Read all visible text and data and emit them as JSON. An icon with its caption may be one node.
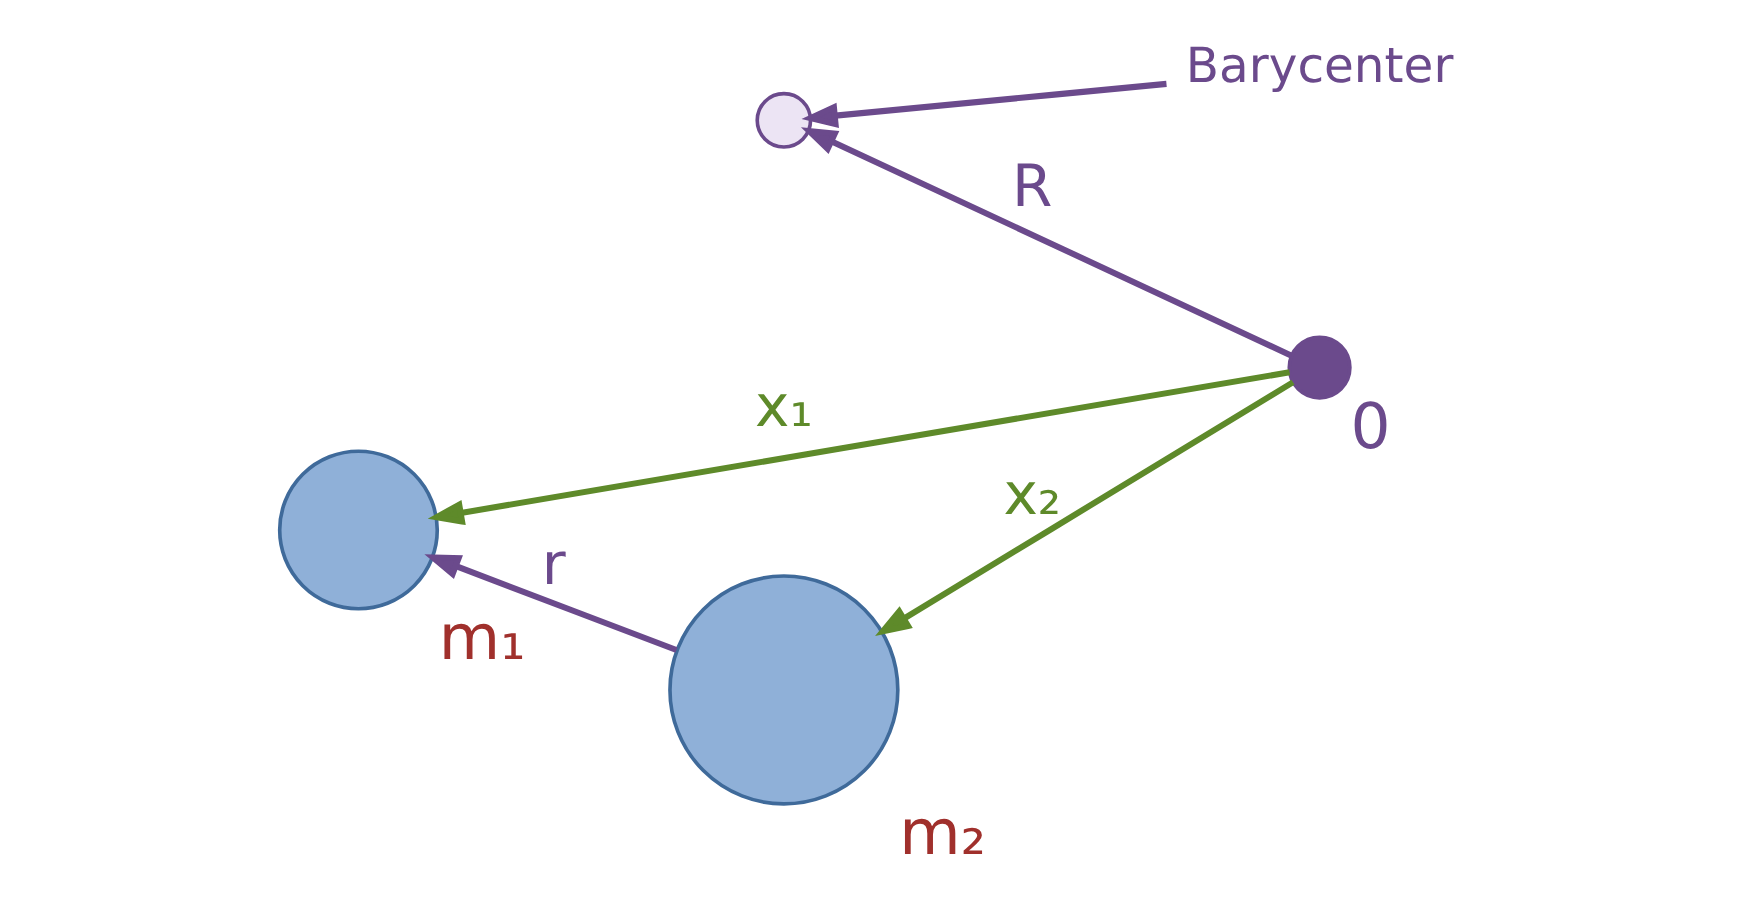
{
  "diagram": {
    "nodes": [
      {
        "text": [
          "Barycenter"
        ]
      },
      {
        "text": [],
        "shape": "circle",
        "beside": [
          "m₁"
        ]
      },
      {
        "text": [],
        "shape": "circle",
        "beside": [
          "m₂"
        ]
      },
      {
        "text": [],
        "shape": "circle"
      },
      {
        "text": [],
        "shape": "circle",
        "beside": [
          "0"
        ]
      }
    ],
    "edges": [
      {
        "from": 0,
        "to": 3,
        "arrow": "to",
        "color": "#6b4a8c"
      },
      {
        "from": 2,
        "to": 1,
        "arrow": "to",
        "label": "r",
        "color": "#6b4a8c"
      },
      {
        "from": 4,
        "to": 1,
        "arrow": "to",
        "label": "x₁",
        "color": "#5e8a2a"
      },
      {
        "from": 4,
        "to": 2,
        "arrow": "to",
        "label": "x₂",
        "color": "#5e8a2a"
      },
      {
        "from": 4,
        "to": 3,
        "arrow": "to",
        "label": "R",
        "color": "#6b4a8c"
      }
    ]
  }
}
